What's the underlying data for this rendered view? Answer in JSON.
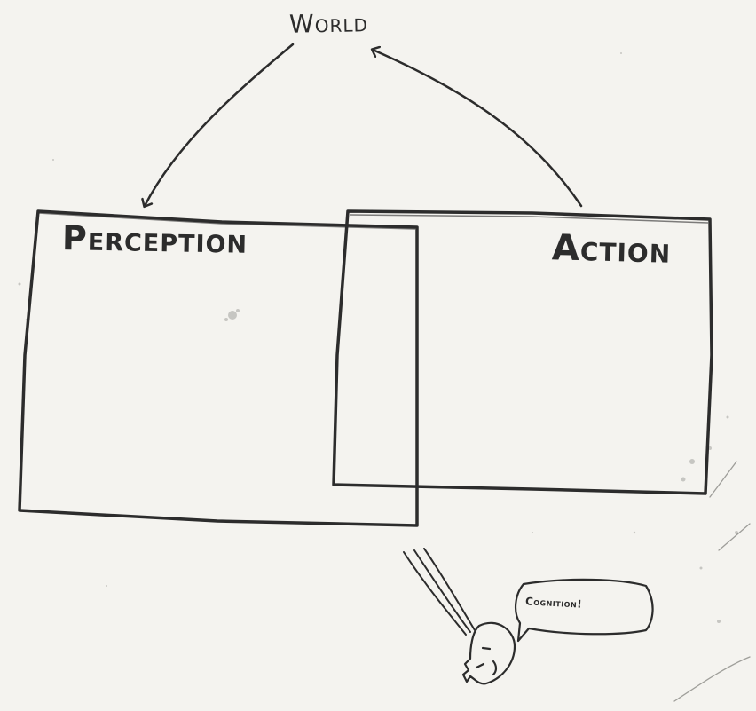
{
  "diagram": {
    "world_label": "World",
    "perception_label": "Perception",
    "action_label": "Action",
    "cognition_label": "Cognition!"
  },
  "colors": {
    "ink": "#2c2c2c",
    "paper": "#f4f3ef"
  }
}
